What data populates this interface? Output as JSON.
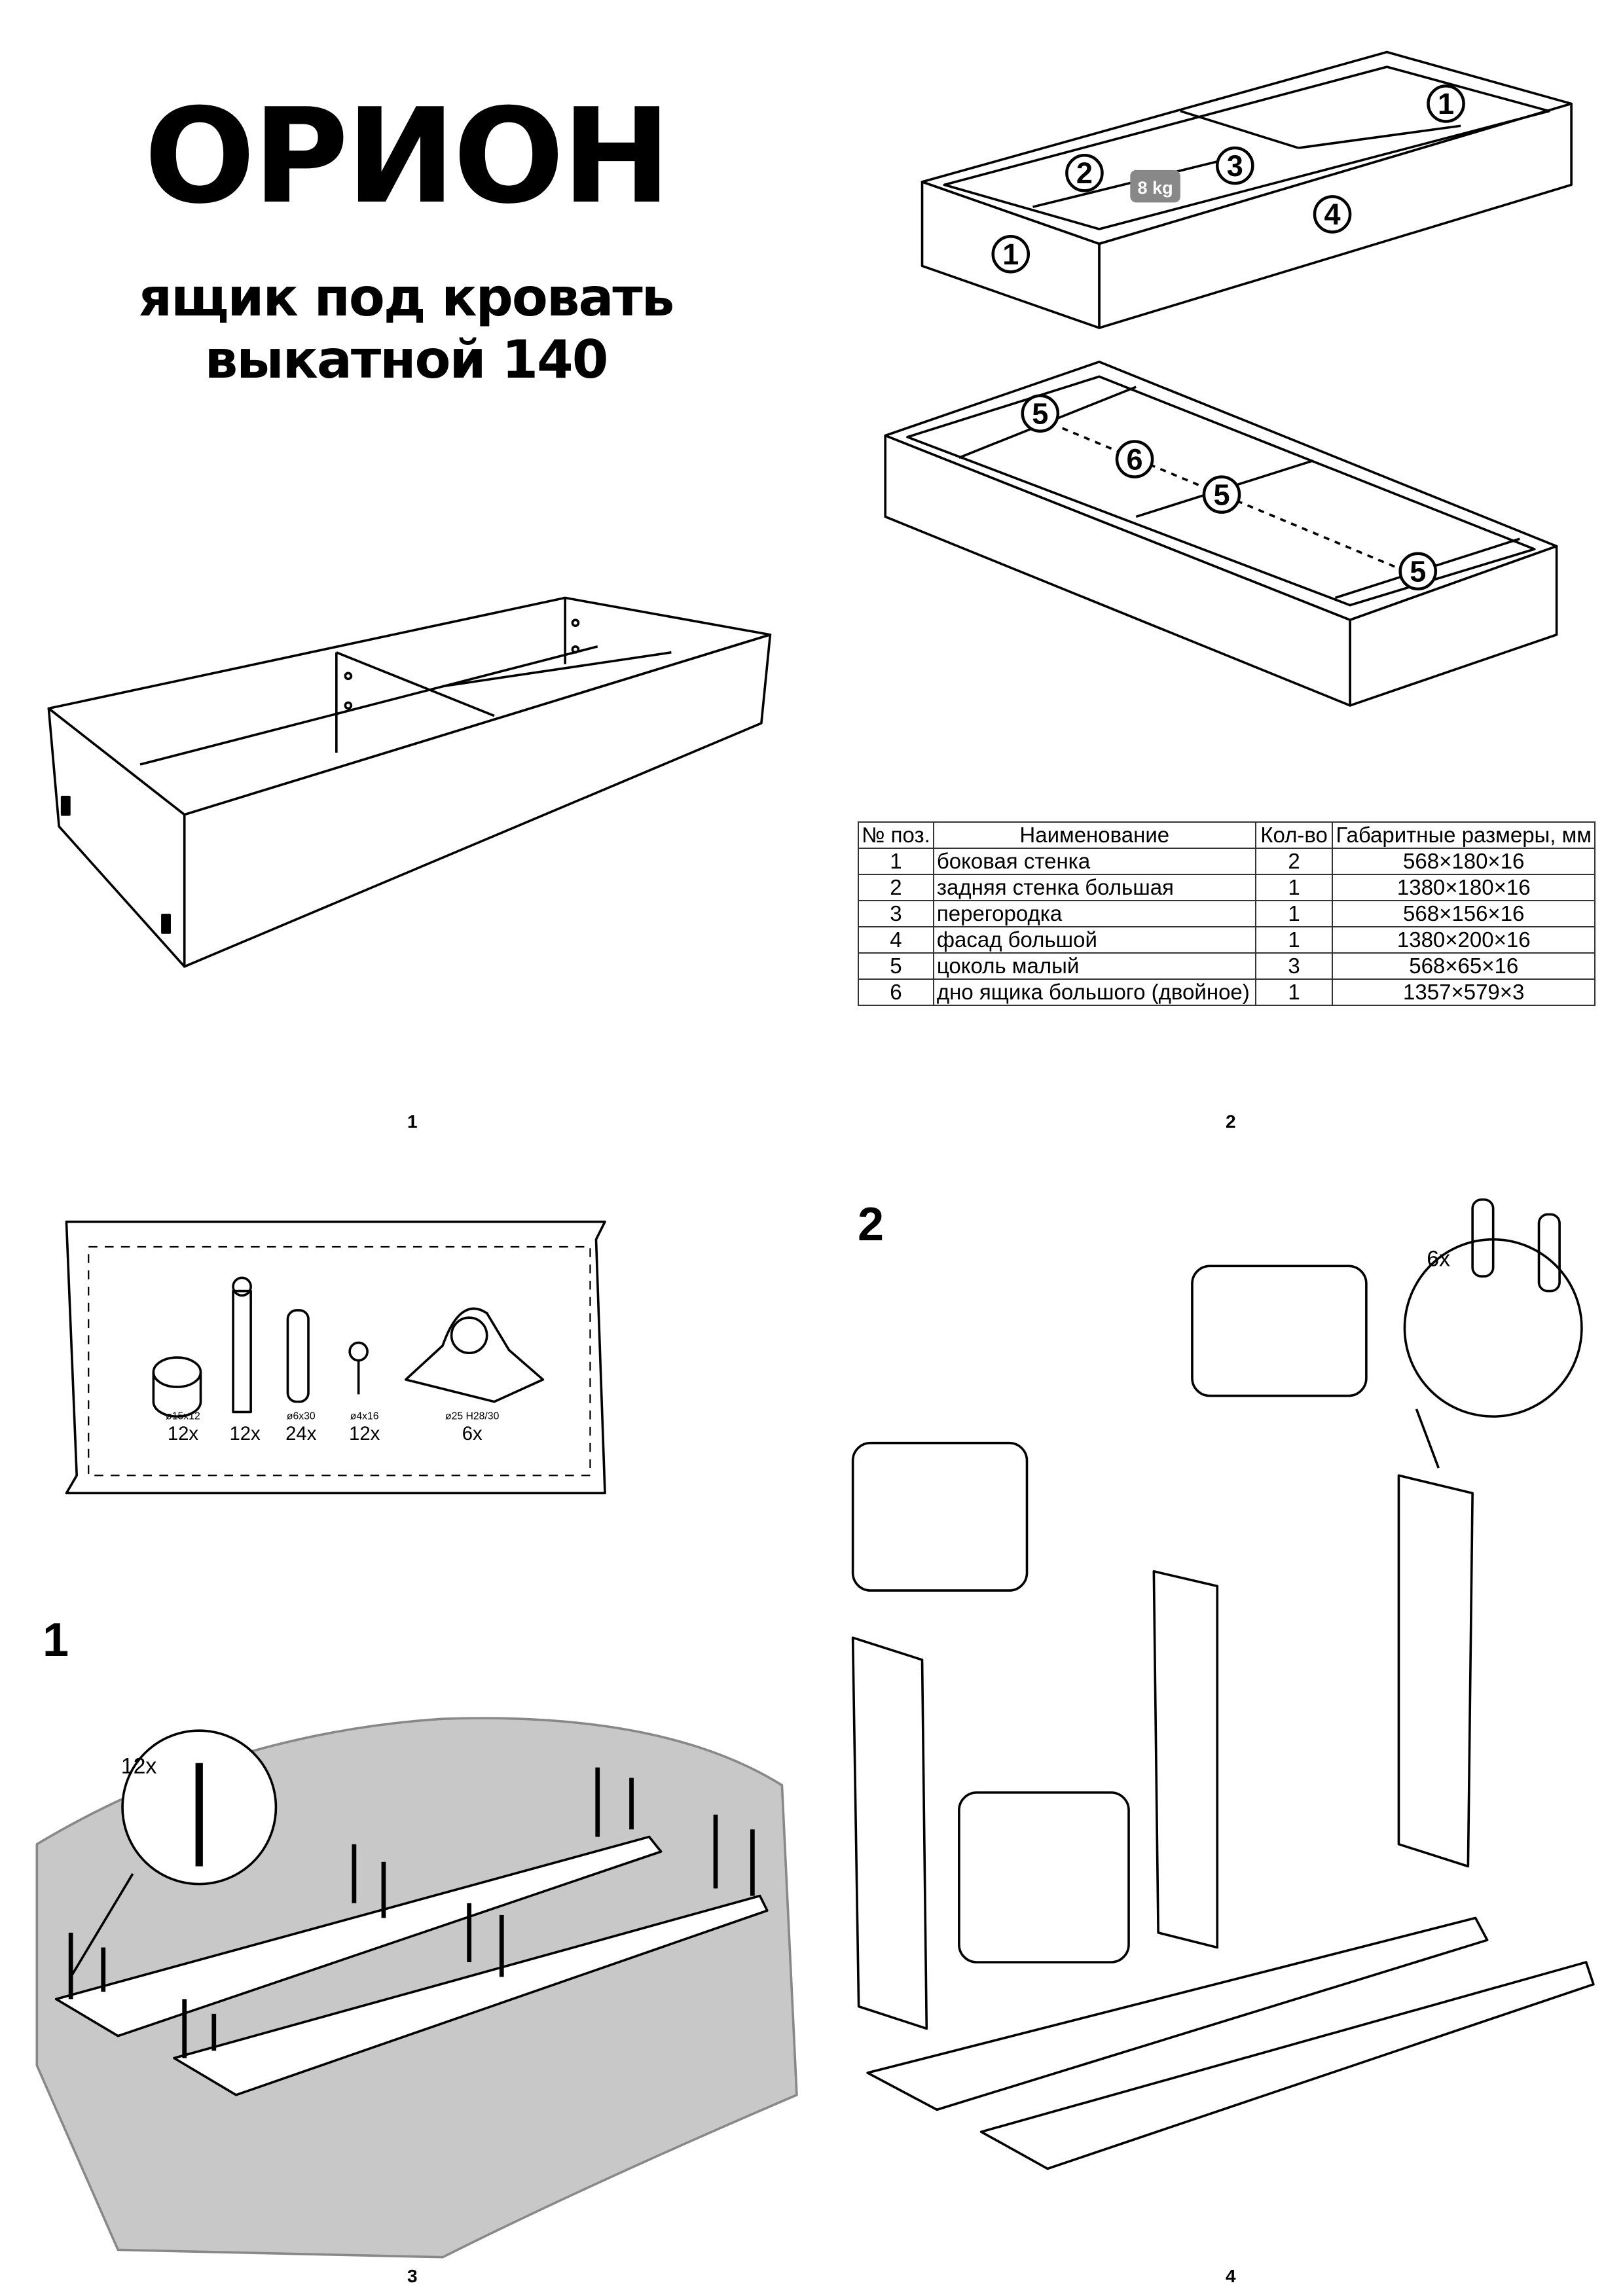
{
  "title": "ОРИОН",
  "subtitle_line1": "ящик под кровать",
  "subtitle_line2": "выкатной 140",
  "drawer_labels": {
    "weight": "8 kg",
    "p1": "1",
    "p2": "2",
    "p3": "3",
    "p4": "4",
    "p5": "5",
    "p6": "6"
  },
  "parts_table": {
    "headers": [
      "№ поз.",
      "Наименование",
      "Кол-во",
      "Габаритные размеры, мм"
    ],
    "rows": [
      [
        "1",
        "боковая стенка",
        "2",
        "568×180×16"
      ],
      [
        "2",
        "задняя стенка большая",
        "1",
        "1380×180×16"
      ],
      [
        "3",
        "перегородка",
        "1",
        "568×156×16"
      ],
      [
        "4",
        "фасад большой",
        "1",
        "1380×200×16"
      ],
      [
        "5",
        "цоколь малый",
        "3",
        "568×65×16"
      ],
      [
        "6",
        "дно ящика большого (двойное)",
        "1",
        "1357×579×3"
      ]
    ]
  },
  "hardware": [
    {
      "size": "ø15x12",
      "qty": "12x"
    },
    {
      "size": "",
      "qty": "12x"
    },
    {
      "size": "ø6x30",
      "qty": "24x"
    },
    {
      "size": "ø4x16",
      "qty": "12x"
    },
    {
      "size": "ø25 H28/30",
      "qty": "6x"
    }
  ],
  "steps": {
    "step1": "1",
    "step2": "2",
    "step1_qty": "12x",
    "step2_qty": "6x"
  },
  "page_numbers": [
    "1",
    "2",
    "3",
    "4"
  ]
}
